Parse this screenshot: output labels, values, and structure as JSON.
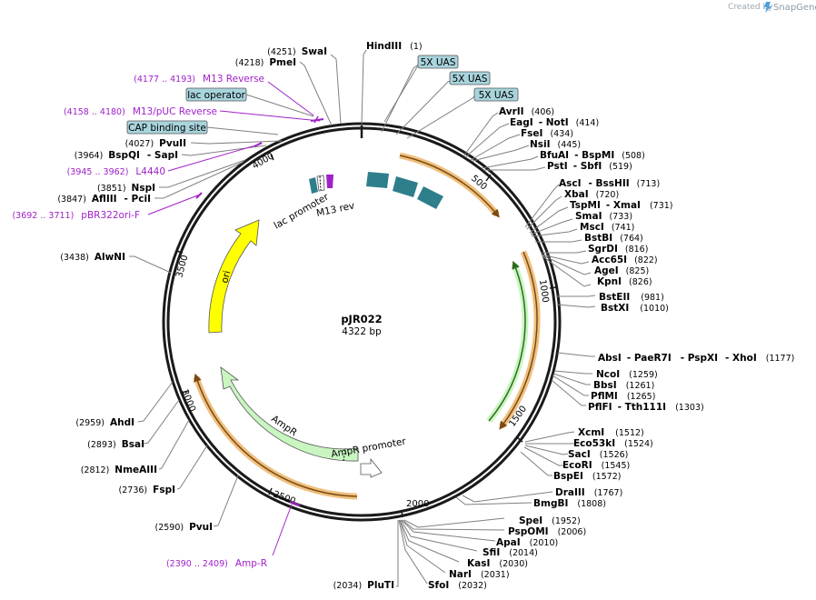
{
  "credit": {
    "prefix": "Created by",
    "brand": "SnapGene",
    "icon": "snapgene-logo-icon"
  },
  "plasmid": {
    "name": "pJR022",
    "length_label": "4322 bp",
    "length": 4322
  },
  "ticks": [
    "500",
    "1000",
    "1500",
    "2000",
    "2500",
    "3000",
    "3500",
    "4000"
  ],
  "colors": {
    "backbone": "#1a1a1a",
    "primer": "#a020c8",
    "uas": "#2e7e8c",
    "uas_box": "#a8d4dc",
    "ori": "#ffff00",
    "ampr": "#c8f5c0",
    "orf_orange": "#f0c080",
    "orf_green": "#7ac45a",
    "leader": "#808080"
  },
  "features": {
    "ori": "ori",
    "ampr": "AmpR",
    "ampr_promoter": "AmpR promoter",
    "lac_promoter": "lac promoter",
    "m13_rev": "M13 rev"
  },
  "boxes": {
    "uas1": "5X UAS",
    "uas2": "5X UAS",
    "uas3": "5X UAS",
    "lac_operator": "lac operator",
    "cap": "CAP binding site"
  },
  "left_enzymes": [
    {
      "pos": "(4251)",
      "name": "SwaI"
    },
    {
      "pos": "(4218)",
      "name": "PmeI"
    },
    {
      "pos": "(4027)",
      "name": "PvuII"
    },
    {
      "pos": "(3964)",
      "name": "BspQI",
      "name2": "- SapI"
    },
    {
      "pos": "(3851)",
      "name": "NspI"
    },
    {
      "pos": "(3847)",
      "name": "AflIII",
      "name2": "- PciI"
    },
    {
      "pos": "(3438)",
      "name": "AlwNI"
    },
    {
      "pos": "(2959)",
      "name": "AhdI"
    },
    {
      "pos": "(2893)",
      "name": "BsaI"
    },
    {
      "pos": "(2812)",
      "name": "NmeAIII"
    },
    {
      "pos": "(2736)",
      "name": "FspI"
    },
    {
      "pos": "(2590)",
      "name": "PvuI"
    },
    {
      "pos": "(2034)",
      "name": "PluTI"
    }
  ],
  "right_enzymes": [
    {
      "name": "HindIII",
      "pos": "(1)"
    },
    {
      "name": "AvrII",
      "pos": "(406)"
    },
    {
      "name": "EagI",
      "name2": "- NotI",
      "pos": "(414)"
    },
    {
      "name": "FseI",
      "pos": "(434)"
    },
    {
      "name": "NsiI",
      "pos": "(445)"
    },
    {
      "name": "BfuAI",
      "name2": "- BspMI",
      "pos": "(508)"
    },
    {
      "name": "PstI",
      "name2": "- SbfI",
      "pos": "(519)"
    },
    {
      "name": "AscI",
      "name2": "- BssHII",
      "pos": "(713)"
    },
    {
      "name": "XbaI",
      "pos": "(720)"
    },
    {
      "name": "TspMI",
      "name2": "- XmaI",
      "pos": "(731)"
    },
    {
      "name": "SmaI",
      "pos": "(733)"
    },
    {
      "name": "MscI",
      "pos": "(741)"
    },
    {
      "name": "BstBI",
      "pos": "(764)"
    },
    {
      "name": "SgrDI",
      "pos": "(816)"
    },
    {
      "name": "Acc65I",
      "pos": "(822)"
    },
    {
      "name": "AgeI",
      "pos": "(825)"
    },
    {
      "name": "KpnI",
      "pos": "(826)"
    },
    {
      "name": "BstEII",
      "pos": "(981)"
    },
    {
      "name": "BstXI",
      "pos": "(1010)"
    },
    {
      "name": "AbsI",
      "name2": "- PaeR7I",
      "name3": "- PspXI",
      "name4": "- XhoI",
      "pos": "(1177)"
    },
    {
      "name": "NcoI",
      "pos": "(1259)"
    },
    {
      "name": "BbsI",
      "pos": "(1261)"
    },
    {
      "name": "PflMI",
      "pos": "(1265)"
    },
    {
      "name": "PflFI",
      "name2": "- Tth111I",
      "pos": "(1303)"
    },
    {
      "name": "XcmI",
      "pos": "(1512)"
    },
    {
      "name": "Eco53kI",
      "pos": "(1524)"
    },
    {
      "name": "SacI",
      "pos": "(1526)"
    },
    {
      "name": "EcoRI",
      "pos": "(1545)"
    },
    {
      "name": "BspEI",
      "pos": "(1572)"
    },
    {
      "name": "DraIII",
      "pos": "(1767)"
    },
    {
      "name": "BmgBI",
      "pos": "(1808)"
    },
    {
      "name": "SpeI",
      "pos": "(1952)"
    },
    {
      "name": "PspOMI",
      "pos": "(2006)"
    },
    {
      "name": "ApaI",
      "pos": "(2010)"
    },
    {
      "name": "SfiI",
      "pos": "(2014)"
    },
    {
      "name": "KasI",
      "pos": "(2030)"
    },
    {
      "name": "NarI",
      "pos": "(2031)"
    },
    {
      "name": "SfoI",
      "pos": "(2032)"
    }
  ],
  "primers": [
    {
      "range": "(4177 .. 4193)",
      "name": "M13 Reverse"
    },
    {
      "range": "(4158 .. 4180)",
      "name": "M13/pUC Reverse"
    },
    {
      "range": "(3945 .. 3962)",
      "name": "L4440"
    },
    {
      "range": "(3692 .. 3711)",
      "name": "pBR322ori-F"
    },
    {
      "range": "(2390 .. 2409)",
      "name": "Amp-R"
    }
  ]
}
